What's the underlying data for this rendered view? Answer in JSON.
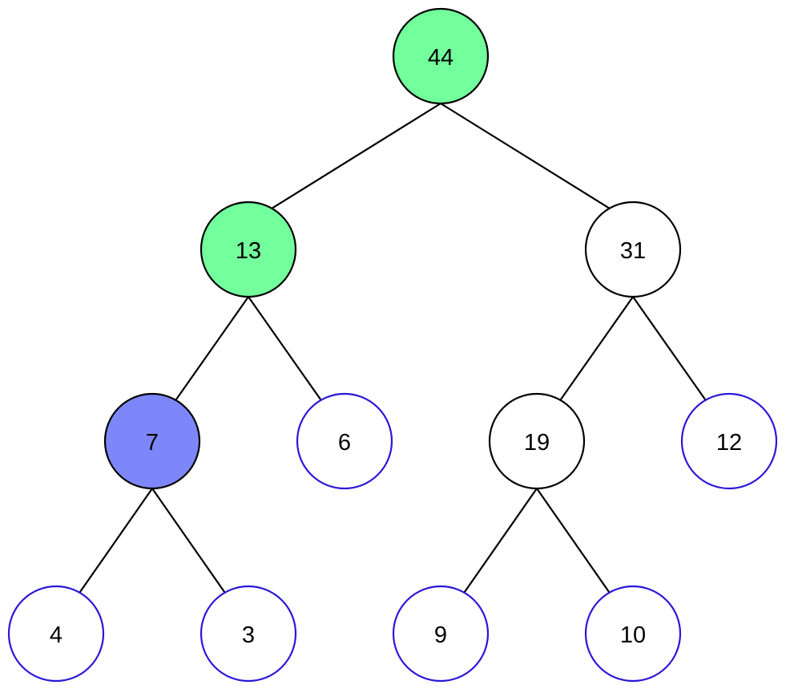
{
  "tree": {
    "colors": {
      "highlight_green": "#72FF9C",
      "highlight_blue": "#7D87FA",
      "default_fill": "#FFFFFF",
      "internal_stroke": "#000000",
      "leaf_stroke": "#2A17D6",
      "edge": "#000000"
    },
    "nodes": [
      {
        "id": "n44",
        "label": "44",
        "style": "highlight_green",
        "parent": null
      },
      {
        "id": "n13",
        "label": "13",
        "style": "highlight_green",
        "parent": "n44"
      },
      {
        "id": "n31",
        "label": "31",
        "style": "default",
        "parent": "n44"
      },
      {
        "id": "n7",
        "label": "7",
        "style": "highlight_blue",
        "parent": "n13"
      },
      {
        "id": "n6",
        "label": "6",
        "style": "leaf",
        "parent": "n13"
      },
      {
        "id": "n19",
        "label": "19",
        "style": "default",
        "parent": "n31"
      },
      {
        "id": "n12",
        "label": "12",
        "style": "leaf",
        "parent": "n31"
      },
      {
        "id": "n4",
        "label": "4",
        "style": "leaf",
        "parent": "n7"
      },
      {
        "id": "n3",
        "label": "3",
        "style": "leaf",
        "parent": "n7"
      },
      {
        "id": "n9",
        "label": "9",
        "style": "leaf",
        "parent": "n19"
      },
      {
        "id": "n10",
        "label": "10",
        "style": "leaf",
        "parent": "n19"
      }
    ]
  }
}
